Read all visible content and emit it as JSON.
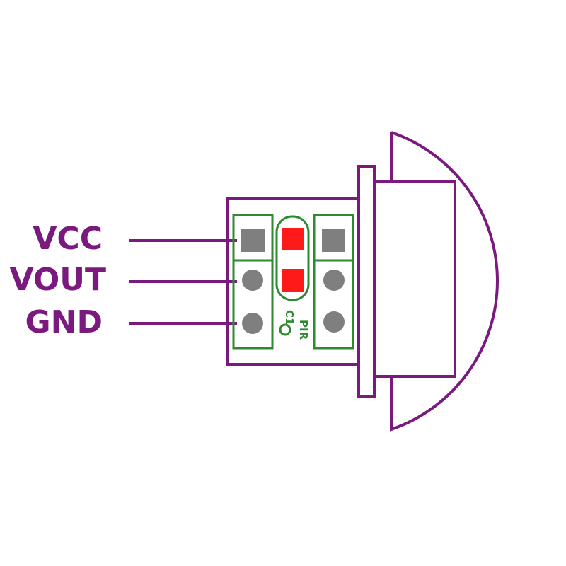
{
  "pins": [
    {
      "label": "VCC"
    },
    {
      "label": "VOUT"
    },
    {
      "label": "GND"
    }
  ],
  "silkscreen": {
    "capacitor_label": "C1",
    "sensor_label": "PIR"
  },
  "colors": {
    "outline": "#7a1a7e",
    "silkscreen": "#2f8a2f",
    "pad": "#7f7f7f",
    "smd_pad": "#ff1a1a",
    "background": "#ffffff"
  }
}
